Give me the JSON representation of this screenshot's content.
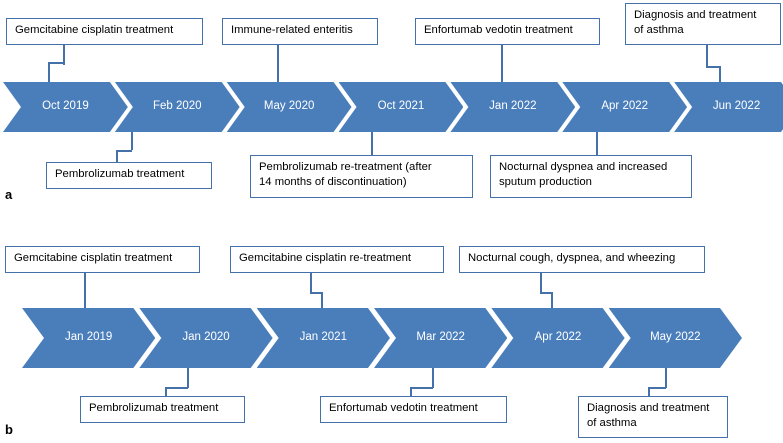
{
  "figure": {
    "type": "clinical-timeline-figure",
    "accent_color": "#4a7ebb",
    "box_border_color": "#4472a8",
    "chevron_fill": "#4a7ebb",
    "chevron_text_color": "#ffffff",
    "background": "#ffffff"
  },
  "panel_a": {
    "letter": "a",
    "milestones": [
      {
        "label": "Oct 2019"
      },
      {
        "label": "Feb 2020"
      },
      {
        "label": "May 2020"
      },
      {
        "label": "Oct 2021"
      },
      {
        "label": "Jan 2022"
      },
      {
        "label": "Apr 2022"
      },
      {
        "label": "Jun 2022"
      }
    ],
    "callouts_above": [
      {
        "text": "Gemcitabine cisplatin treatment",
        "milestone": "Oct 2019"
      },
      {
        "text": "Immune-related enteritis",
        "milestone": "May 2020"
      },
      {
        "text": "Enfortumab vedotin treatment",
        "milestone": "Jan 2022"
      },
      {
        "text": "Diagnosis and treatment\nof asthma",
        "milestone": "Jun 2022"
      }
    ],
    "callouts_below": [
      {
        "text": "Pembrolizumab treatment",
        "milestone": "Feb 2020"
      },
      {
        "text": "Pembrolizumab re-treatment (after\n14 months of discontinuation)",
        "milestone": "Oct 2021"
      },
      {
        "text": "Nocturnal dyspnea and increased\nsputum production",
        "milestone": "Apr 2022"
      }
    ]
  },
  "panel_b": {
    "letter": "b",
    "milestones": [
      {
        "label": "Jan 2019"
      },
      {
        "label": "Jan 2020"
      },
      {
        "label": "Jan 2021"
      },
      {
        "label": "Mar 2022"
      },
      {
        "label": "Apr 2022"
      },
      {
        "label": "May 2022"
      }
    ],
    "callouts_above": [
      {
        "text": "Gemcitabine cisplatin treatment",
        "milestone": "Jan 2019"
      },
      {
        "text": "Gemcitabine cisplatin re-treatment",
        "milestone": "Jan 2021"
      },
      {
        "text": "Nocturnal cough, dyspnea, and wheezing",
        "milestone": "Apr 2022"
      }
    ],
    "callouts_below": [
      {
        "text": "Pembrolizumab treatment",
        "milestone": "Jan 2020"
      },
      {
        "text": "Enfortumab vedotin treatment",
        "milestone": "Mar 2022"
      },
      {
        "text": "Diagnosis and treatment\nof asthma",
        "milestone": "May 2022"
      }
    ]
  }
}
